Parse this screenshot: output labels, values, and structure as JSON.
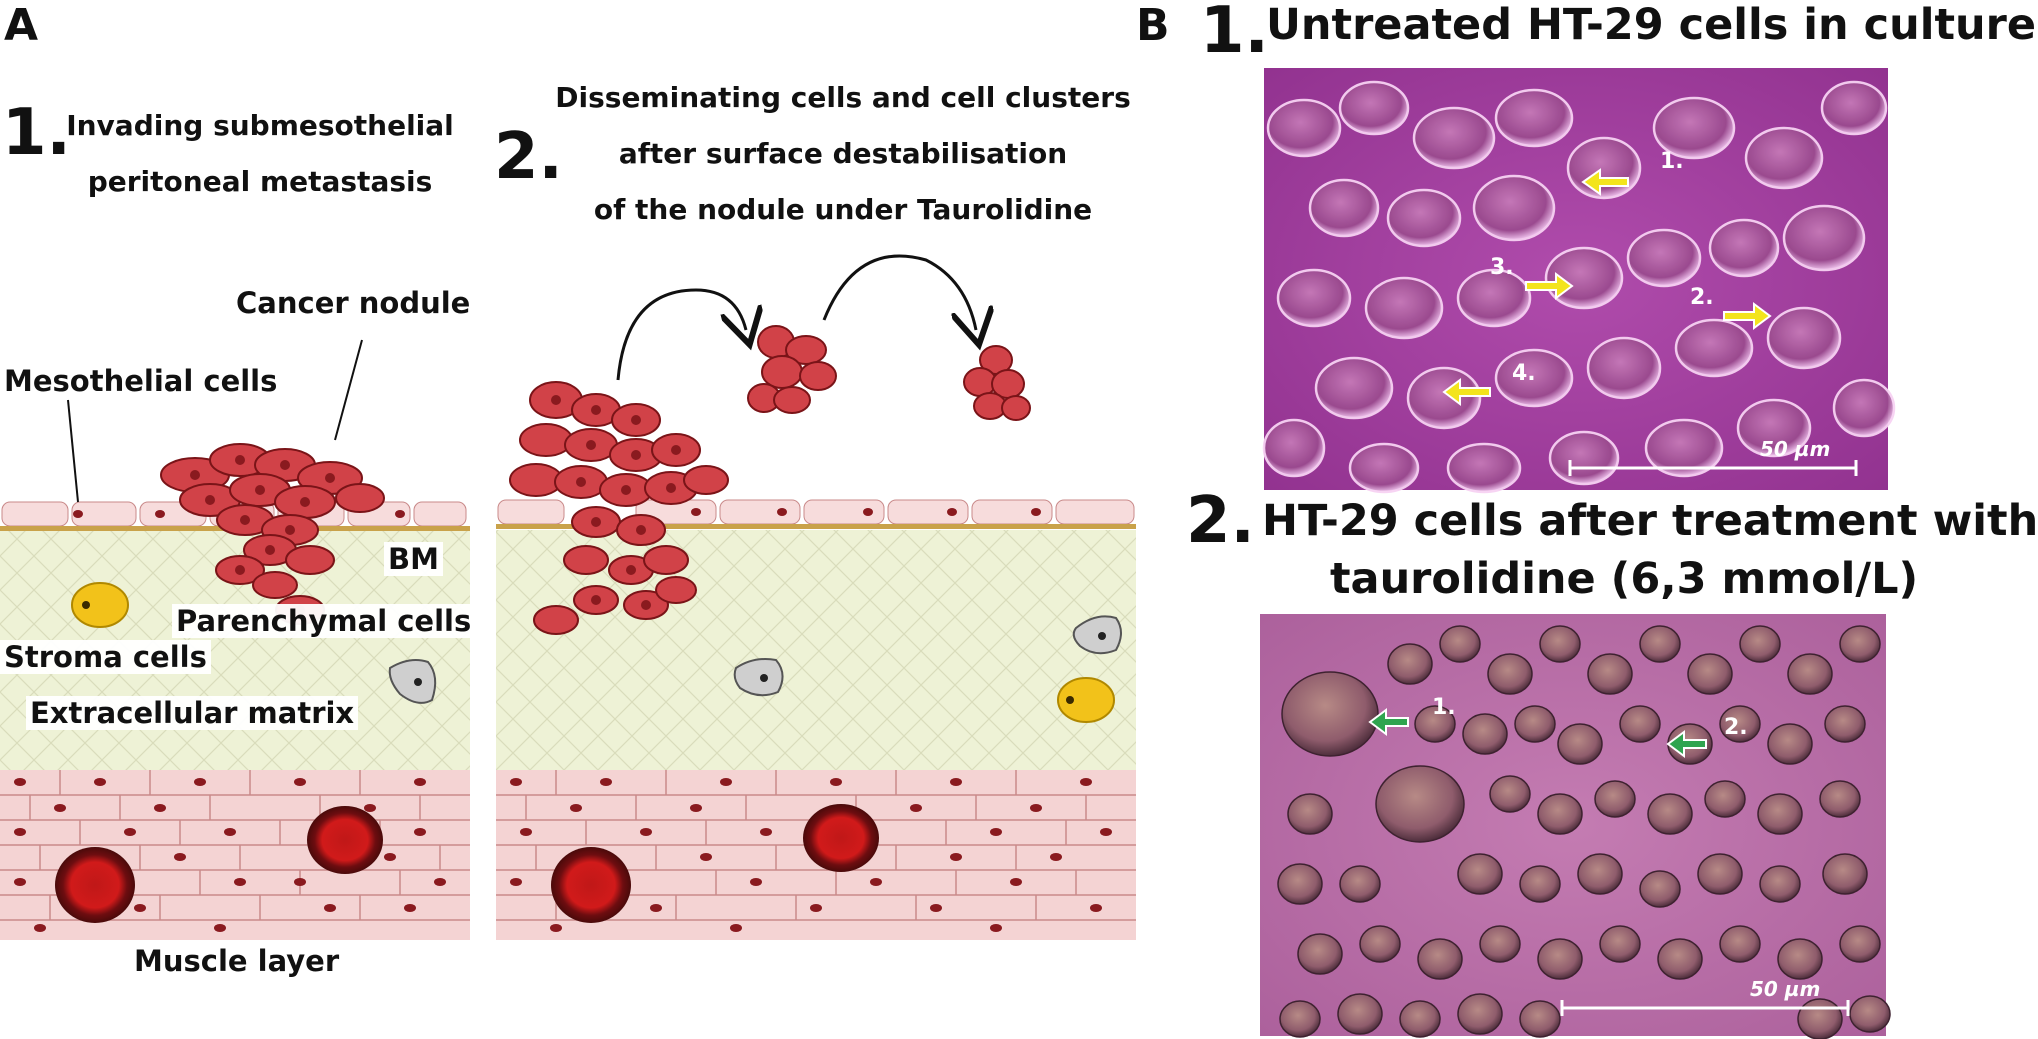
{
  "panel_a": {
    "letter": "A",
    "step1": {
      "number": "1.",
      "caption_line1": "Invading submesothelial",
      "caption_line2": "peritoneal metastasis"
    },
    "step2": {
      "number": "2.",
      "caption_line1": "Disseminating cells and cell clusters",
      "caption_line2": "after surface destabilisation",
      "caption_line3": "of the nodule under Taurolidine"
    },
    "labels": {
      "cancer_nodule": "Cancer nodule",
      "mesothelial_cells": "Mesothelial cells",
      "bm": "BM",
      "parenchymal_cells": "Parenchymal cells",
      "stroma_cells": "Stroma cells",
      "extracellular_matrix": "Extracellular matrix",
      "muscle_layer": "Muscle layer"
    }
  },
  "panel_b": {
    "letter": "B",
    "image1": {
      "number": "1.",
      "title": "Untreated HT-29 cells in culture",
      "arrow_labels": [
        "1.",
        "2.",
        "3.",
        "4."
      ],
      "scale_bar": "50 µm"
    },
    "image2": {
      "number": "2.",
      "title_line1": "HT-29 cells after treatment with",
      "title_line2": "taurolidine (6,3 mmol/L)",
      "arrow_labels": [
        "1.",
        "2."
      ],
      "scale_bar": "50 µm"
    }
  },
  "colors": {
    "cancer_cell": "#d14248",
    "cancer_cell_outline": "#7a1418",
    "mesothelium": "#f7dcdc",
    "basement_membrane": "#c9a24a",
    "matrix": "#eef2d6",
    "muscle": "#f4d3d3",
    "nucleus": "#8a1a1f",
    "stroma_cell": "#f2c21a",
    "micrograph1_bg": "#a23c9e",
    "micrograph2_bg": "#b5659c",
    "arrow_yellow": "#f3e41d",
    "arrow_green": "#2fa44f"
  }
}
